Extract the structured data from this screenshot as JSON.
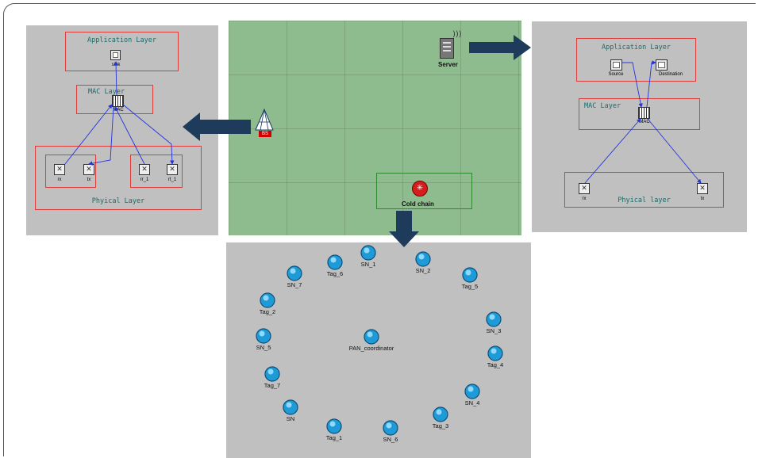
{
  "left_panel": {
    "application_layer": "Application Layer",
    "sink": "sink",
    "mac_layer": "MAC Layer",
    "mac": "MAC",
    "physical_layer": "Phyical Layer",
    "rx": "rx",
    "tx": "tx",
    "rr_1": "rr_1",
    "rt_1": "rt_1"
  },
  "center_panel": {
    "server": "Server",
    "bs": "BS",
    "cold_chain": "Cold chain"
  },
  "right_panel": {
    "application_layer": "Application Layer",
    "source": "Source",
    "destination": "Destination",
    "mac_layer": "MAC Layer",
    "mac": "MAC",
    "physical_layer": "Phyical layer",
    "rx": "rx",
    "tx": "tx"
  },
  "bottom_panel": {
    "nodes": [
      "SN_1",
      "SN_2",
      "Tag_6",
      "SN_7",
      "Tag_5",
      "Tag_2",
      "SN_3",
      "SN_5",
      "PAN_coordinator",
      "Tag_4",
      "Tag_7",
      "SN_4",
      "SN",
      "Tag_3",
      "Tag_1",
      "SN_6"
    ]
  },
  "colors": {
    "panel_gray": "#c0c0c0",
    "field_green": "#8fbc8f",
    "box_red": "#e23b3b",
    "arrow_navy": "#1f3b5c",
    "link_blue": "#2233dd",
    "node_cyan": "#1e9bd7"
  }
}
